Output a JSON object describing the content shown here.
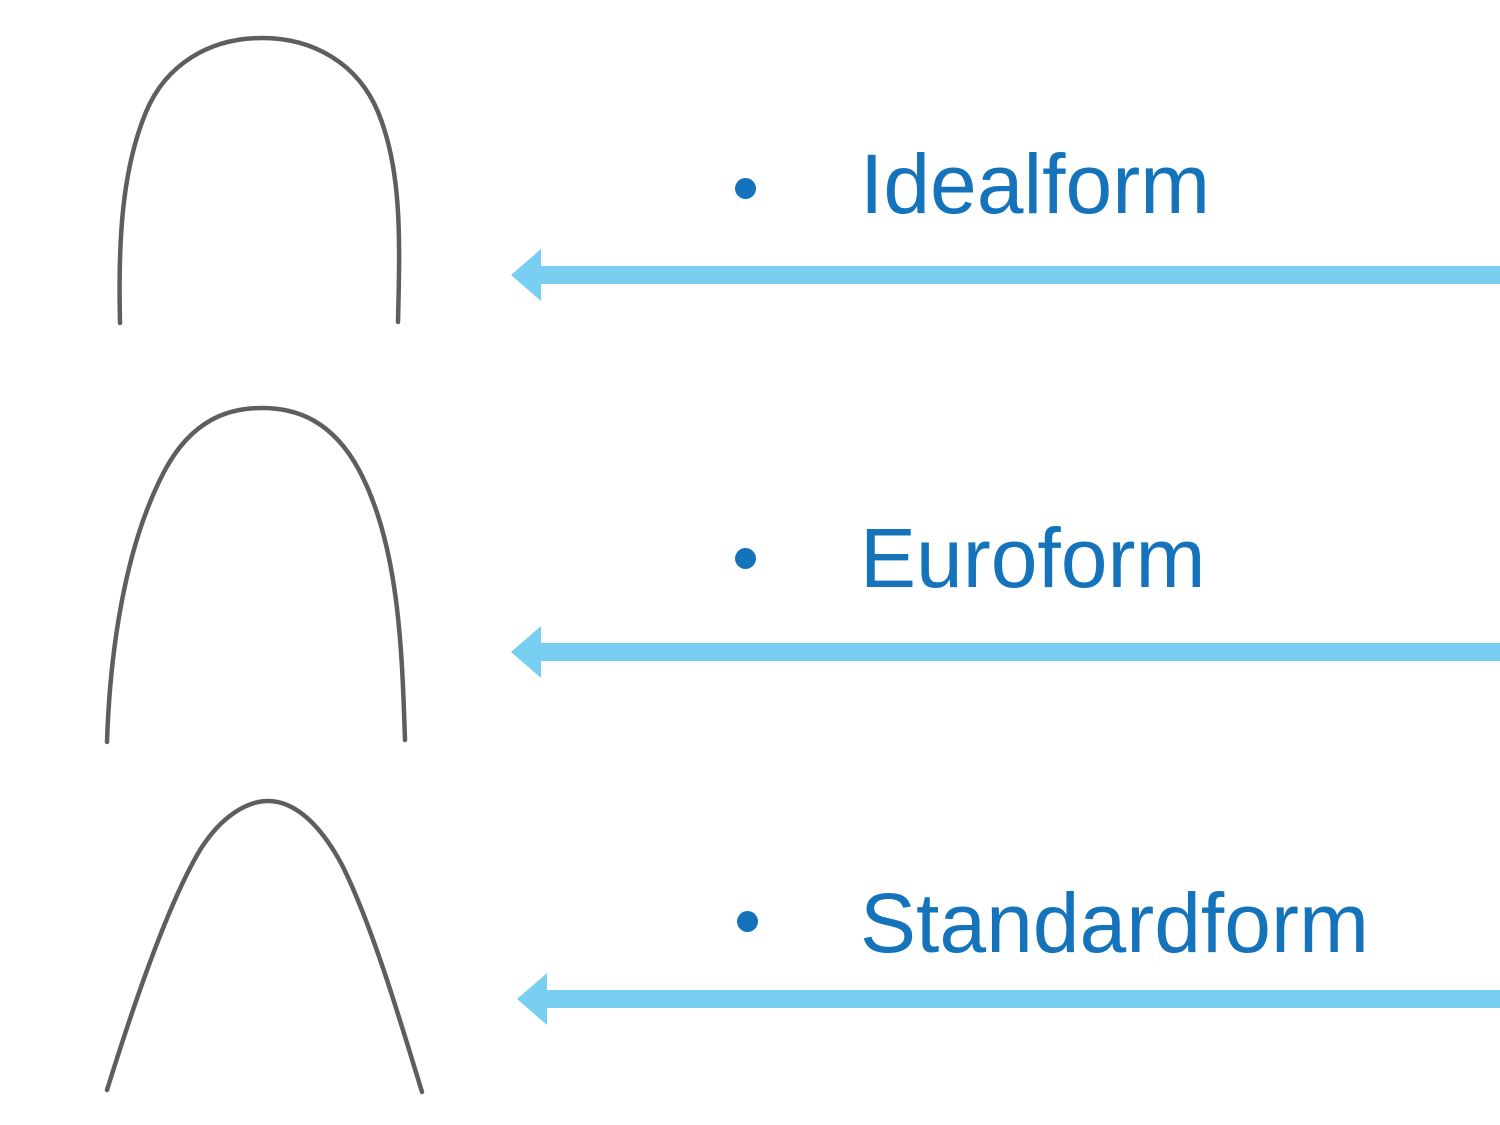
{
  "slide": {
    "items": [
      {
        "label": "Idealform",
        "wire_icon": "idealform-archwire-icon",
        "bullet_icon": "bullet-dot",
        "arrow_icon": "left-arrow"
      },
      {
        "label": "Euroform",
        "wire_icon": "euroform-archwire-icon",
        "bullet_icon": "bullet-dot",
        "arrow_icon": "left-arrow"
      },
      {
        "label": "Standardform",
        "wire_icon": "standardform-archwire-icon",
        "bullet_icon": "bullet-dot",
        "arrow_icon": "left-arrow"
      }
    ]
  },
  "colors": {
    "text_blue": "#1473BA",
    "arrow_blue": "#79CFF2",
    "wire_gray": "#5E5E5E",
    "background": "#FFFFFF"
  }
}
